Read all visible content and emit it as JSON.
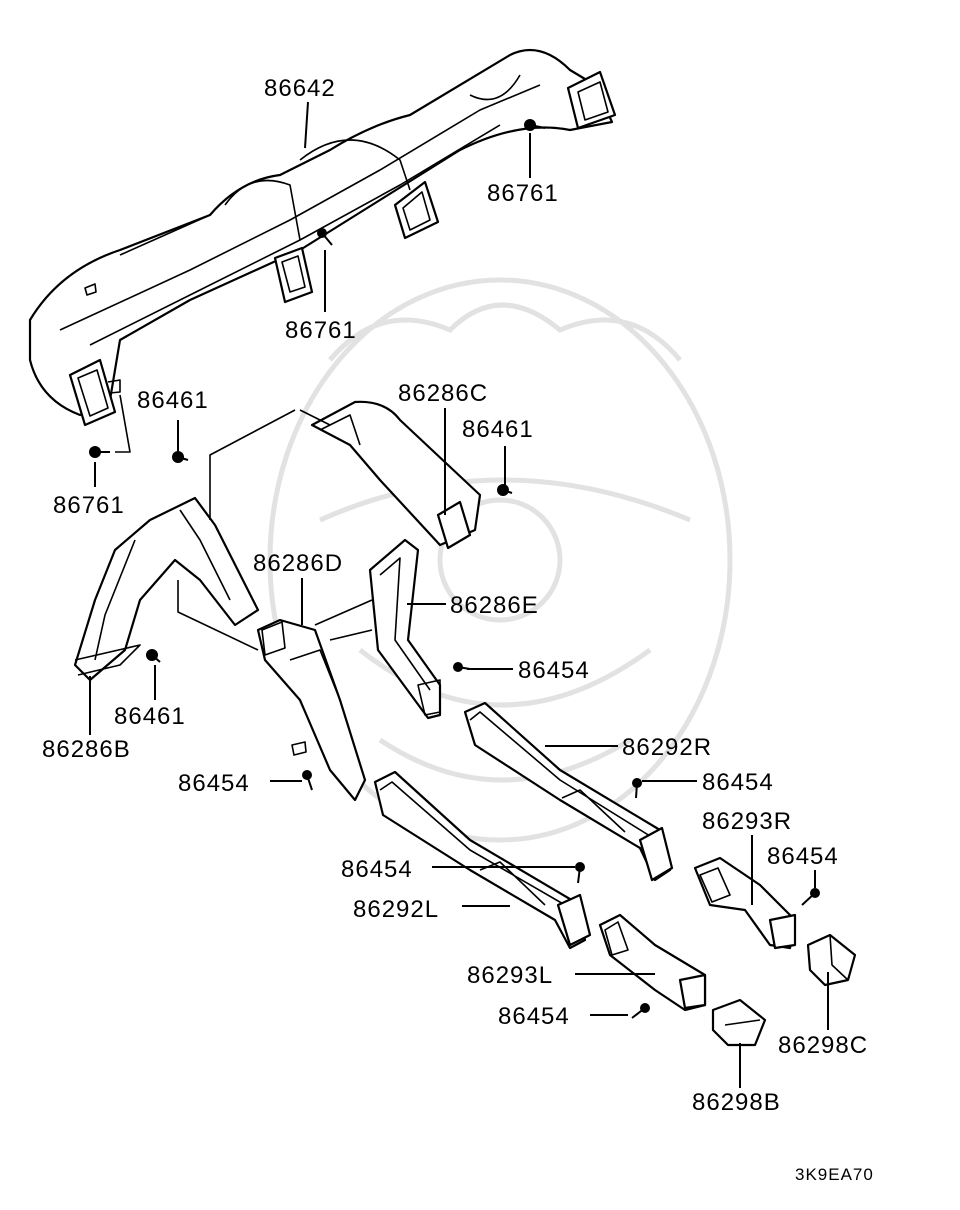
{
  "diagram": {
    "labels": {
      "top_duct": "86642",
      "screw_top_right": "86761",
      "screw_top_center": "86761",
      "screw_left": "86761",
      "clip_left": "86461",
      "clip_center": "86461",
      "clip_lower_left": "86461",
      "duct_c": "86286C",
      "duct_d": "86286D",
      "duct_e": "86286E",
      "duct_b": "86286B",
      "screw_e": "86454",
      "screw_d": "86454",
      "duct_292r": "86292R",
      "screw_292r": "86454",
      "duct_293r": "86293R",
      "screw_293r": "86454",
      "screw_292l": "86454",
      "duct_292l": "86292L",
      "duct_293l": "86293L",
      "screw_293l": "86454",
      "cap_298c": "86298C",
      "cap_298b": "86298B"
    },
    "figure_code": "3K9EA70"
  }
}
